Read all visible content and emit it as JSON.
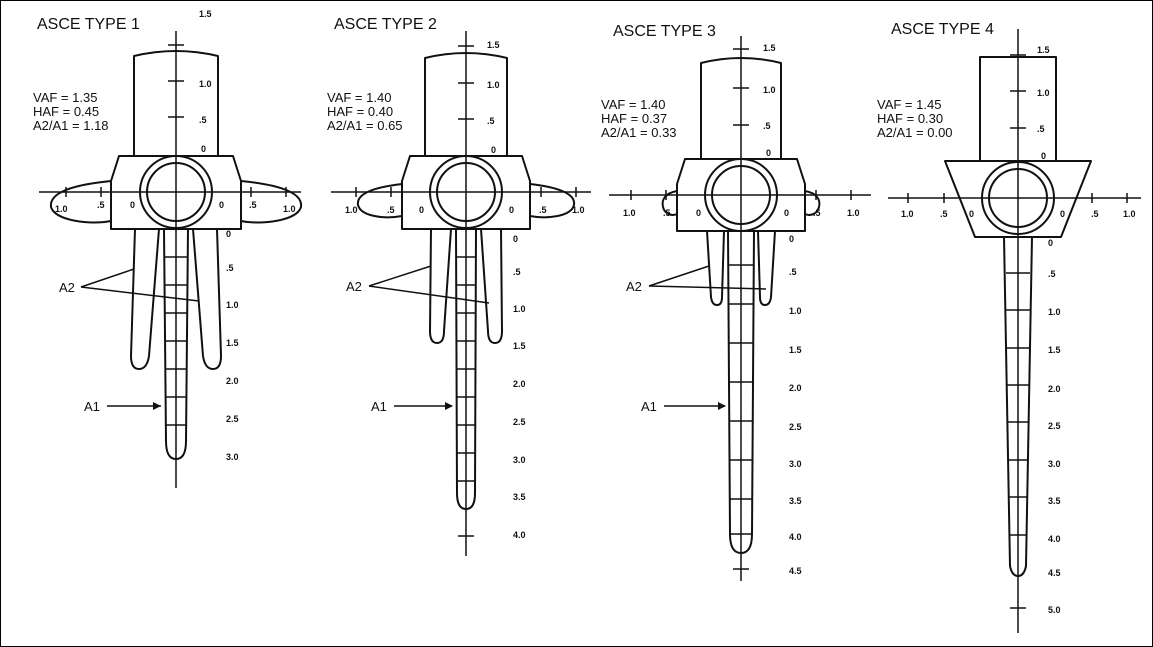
{
  "panels": [
    {
      "title": "ASCE TYPE 1",
      "vaf": "VAF = 1.35",
      "haf": "HAF = 0.45",
      "ratio": "A2/A1 = 1.18",
      "top_ticks": [
        "1.5",
        "1.0",
        ".5",
        "0"
      ],
      "left_ticks": [
        "1.0",
        ".5",
        "0"
      ],
      "right_ticks": [
        "0",
        ".5",
        "1.0"
      ],
      "bottom_ticks": [
        "0",
        ".5",
        "1.0",
        "1.5",
        "2.0",
        "2.5",
        "3.0"
      ],
      "label_a2": "A2",
      "label_a1": "A1"
    },
    {
      "title": "ASCE TYPE 2",
      "vaf": "VAF = 1.40",
      "haf": "HAF = 0.40",
      "ratio": "A2/A1 = 0.65",
      "top_ticks": [
        "1.5",
        "1.0",
        ".5",
        "0"
      ],
      "left_ticks": [
        "1.0",
        ".5",
        "0"
      ],
      "right_ticks": [
        "0",
        ".5",
        "1.0"
      ],
      "bottom_ticks": [
        "0",
        ".5",
        "1.0",
        "1.5",
        "2.0",
        "2.5",
        "3.0",
        "3.5",
        "4.0"
      ],
      "label_a2": "A2",
      "label_a1": "A1"
    },
    {
      "title": "ASCE TYPE 3",
      "vaf": "VAF = 1.40",
      "haf": "HAF = 0.37",
      "ratio": "A2/A1 = 0.33",
      "top_ticks": [
        "1.5",
        "1.0",
        ".5",
        "0"
      ],
      "left_ticks": [
        "1.0",
        ".5",
        "0"
      ],
      "right_ticks": [
        "0",
        ".5",
        "1.0"
      ],
      "bottom_ticks": [
        "0",
        ".5",
        "1.0",
        "1.5",
        "2.0",
        "2.5",
        "3.0",
        "3.5",
        "4.0",
        "4.5"
      ],
      "label_a2": "A2",
      "label_a1": "A1"
    },
    {
      "title": "ASCE TYPE 4",
      "vaf": "VAF = 1.45",
      "haf": "HAF = 0.30",
      "ratio": "A2/A1 = 0.00",
      "top_ticks": [
        "1.5",
        "1.0",
        ".5",
        "0"
      ],
      "left_ticks": [
        "1.0",
        ".5",
        "0"
      ],
      "right_ticks": [
        "0",
        ".5",
        "1.0"
      ],
      "bottom_ticks": [
        "0",
        ".5",
        "1.0",
        "1.5",
        "2.0",
        "2.5",
        "3.0",
        "3.5",
        "4.0",
        "4.5",
        "5.0"
      ],
      "label_a2": "",
      "label_a1": ""
    }
  ]
}
